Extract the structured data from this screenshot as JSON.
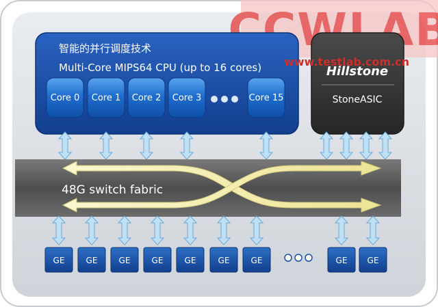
{
  "cpu": {
    "tech_label": "智能的并行调度技术",
    "title": "Multi-Core MIPS64 CPU (up to 16 cores)",
    "cores": [
      "Core 0",
      "Core 1",
      "Core 2",
      "Core 3",
      "Core 15"
    ]
  },
  "asic": {
    "brand": "Hillstone",
    "name": "StoneASIC"
  },
  "watermark": {
    "logo": "CCWLAB",
    "url": "www.testlab.com.cn"
  },
  "fabric": {
    "label": "48G switch fabric"
  },
  "ports": {
    "label": "GE",
    "labels": [
      "GE",
      "GE",
      "GE",
      "GE",
      "GE",
      "GE",
      "GE",
      "GE",
      "GE"
    ]
  },
  "colors": {
    "cpu_blue": "#1a4fa8",
    "core_blue": "#1f6fd0",
    "asic_dark": "#3a3a3a",
    "fabric_gray": "#5a5a5a",
    "arrow_cream": "#f3eeb4",
    "connector_blue": "#bfe0f4",
    "ge_blue": "#1a5aa8",
    "watermark_red": "#e63b3b"
  }
}
